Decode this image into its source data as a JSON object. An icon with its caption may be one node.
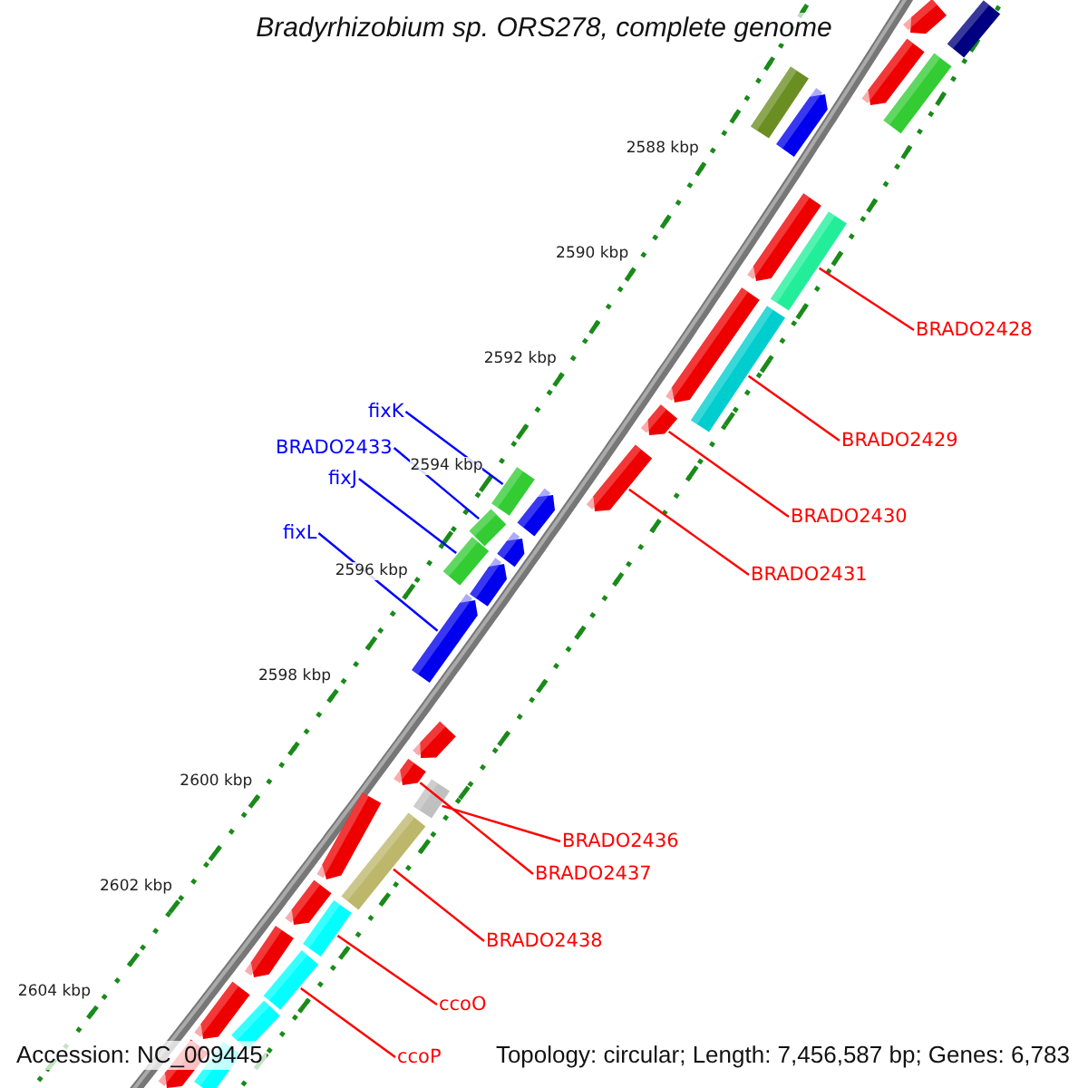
{
  "diagram": {
    "title": "Bradyrhizobium sp. ORS278, complete genome",
    "nodes": [
      {
        "text": [
          "BRADO2428"
        ]
      },
      {
        "text": [
          "BRADO2429"
        ]
      },
      {
        "text": [
          "fixK"
        ]
      },
      {
        "text": [
          "BRADO2433"
        ]
      },
      {
        "text": [
          "fixJ"
        ]
      },
      {
        "text": [
          "BRADO2430"
        ]
      },
      {
        "text": [
          "fixL"
        ]
      },
      {
        "text": [
          "BRADO2431"
        ]
      },
      {
        "text": [
          "BRADO2436"
        ]
      },
      {
        "text": [
          "BRADO2437"
        ]
      },
      {
        "text": [
          "BRADO2438"
        ]
      },
      {
        "text": [
          "ccoO"
        ]
      },
      {
        "text": [
          "ccoP"
        ]
      },
      {
        "text": [],
        "shape": "bar"
      },
      {
        "text": [],
        "shape": "bar"
      },
      {
        "text": [],
        "shape": "bar"
      },
      {
        "text": [],
        "shape": "bar"
      },
      {
        "text": [],
        "shape": "bar"
      },
      {
        "text": [],
        "shape": "bar"
      },
      {
        "text": [],
        "shape": "bar"
      },
      {
        "text": [],
        "shape": "bar"
      },
      {
        "text": [],
        "shape": "bar"
      },
      {
        "text": [],
        "shape": "bar"
      },
      {
        "text": [],
        "shape": "bar"
      },
      {
        "text": [],
        "shape": "bar"
      },
      {
        "text": [],
        "shape": "bar"
      },
      {
        "text": [],
        "shape": "bar"
      },
      {
        "text": [],
        "shape": "bar"
      },
      {
        "text": [],
        "shape": "bar"
      },
      {
        "text": [],
        "shape": "bar"
      },
      {
        "text": [],
        "shape": "bar"
      },
      {
        "text": [],
        "shape": "bar"
      },
      {
        "text": [],
        "shape": "bar"
      },
      {
        "text": [],
        "shape": "bar"
      },
      {
        "text": [],
        "shape": "bar"
      },
      {
        "text": [],
        "shape": "bar"
      },
      {
        "text": [],
        "shape": "bar"
      },
      {
        "text": [],
        "shape": "bar"
      },
      {
        "text": [],
        "shape": "bar"
      },
      {
        "text": [],
        "shape": "bar"
      },
      {
        "text": [],
        "shape": "bar"
      },
      {
        "text": [],
        "shape": "bar"
      },
      {
        "text": [],
        "shape": "bar"
      },
      {
        "text": [],
        "shape": "bar"
      },
      {
        "text": [],
        "shape": "bar"
      }
    ],
    "edges": [
      {
        "from": 0,
        "to": 20,
        "arrow": "none"
      },
      {
        "from": 1,
        "to": 22,
        "arrow": "none"
      },
      {
        "from": 2,
        "to": 25,
        "arrow": "none",
        "color": "#0000ff"
      },
      {
        "from": 3,
        "to": 27,
        "arrow": "none",
        "color": "#0000ff"
      },
      {
        "from": 4,
        "to": 29,
        "arrow": "none",
        "color": "#0000ff"
      },
      {
        "from": 5,
        "to": 23,
        "arrow": "none"
      },
      {
        "from": 6,
        "to": 31,
        "arrow": "none",
        "color": "#0000ff"
      },
      {
        "from": 7,
        "to": 24,
        "arrow": "none"
      },
      {
        "from": 8,
        "to": 34,
        "arrow": "none"
      },
      {
        "from": 9,
        "to": 33,
        "arrow": "none"
      },
      {
        "from": 10,
        "to": 36,
        "arrow": "none"
      },
      {
        "from": 11,
        "to": 38,
        "arrow": "none"
      },
      {
        "from": 12,
        "to": 40,
        "arrow": "none"
      }
    ],
    "labels": [
      "2588 kbp",
      "2590 kbp",
      "2592 kbp",
      "2594 kbp",
      "2596 kbp",
      "2598 kbp",
      "2600 kbp",
      "2602 kbp",
      "2604 kbp",
      "Accession: NC_009445",
      "Topology: circular; Length: 7,456,587 bp; Genes: 6,783"
    ]
  }
}
